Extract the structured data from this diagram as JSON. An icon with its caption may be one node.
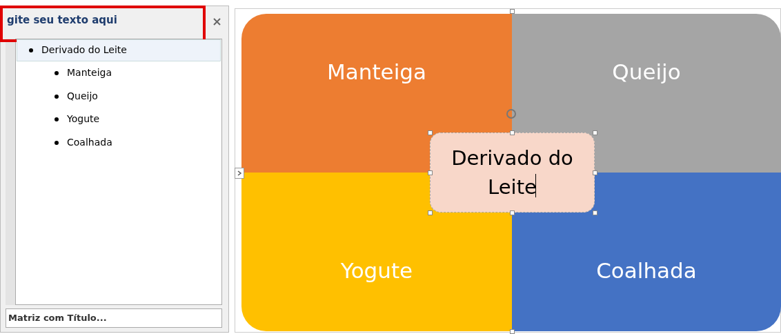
{
  "diagram": {
    "nodes": [
      {
        "text": [
          "Manteiga"
        ]
      },
      {
        "text": [
          "Queijo"
        ]
      },
      {
        "text": [
          "Yogute"
        ]
      },
      {
        "text": [
          "Coalhada"
        ]
      },
      {
        "text": [
          "Derivado do Leite"
        ]
      }
    ],
    "edges": [],
    "labels": [
      "gite seu texto aqui",
      "Derivado do Leite",
      "Manteiga",
      "Queijo",
      "Yogute",
      "Coalhada",
      "Matriz com Título..."
    ]
  }
}
